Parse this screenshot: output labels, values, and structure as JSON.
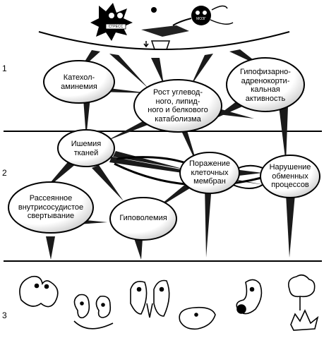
{
  "levels": [
    "1",
    "2",
    "3"
  ],
  "top_illustration": {
    "stress_label": "СТРЕСС",
    "figure_label": "МОЗГ"
  },
  "nodes": {
    "catecholaminemia": "Катехол-\nаминемия",
    "catabolism": "Рост углевод-\nного, липид-\nного и белкового\nкатаболизма",
    "pituitary": "Гипофизарно-\nадренокорти-\nкальная\nактивность",
    "ischemia": "Ишемия\nтканей",
    "membranes": "Поражение\nклеточных\nмембран",
    "metabolic": "Нарушение\nобменных\nпроцессов",
    "coagulation": "Рассеянное\nвнутрисосудистое\nсвертывание",
    "hypovolemia": "Гиповолемия"
  },
  "colors": {
    "ink": "#000000",
    "paper": "#ffffff",
    "wedge": "#1a1a1a"
  }
}
